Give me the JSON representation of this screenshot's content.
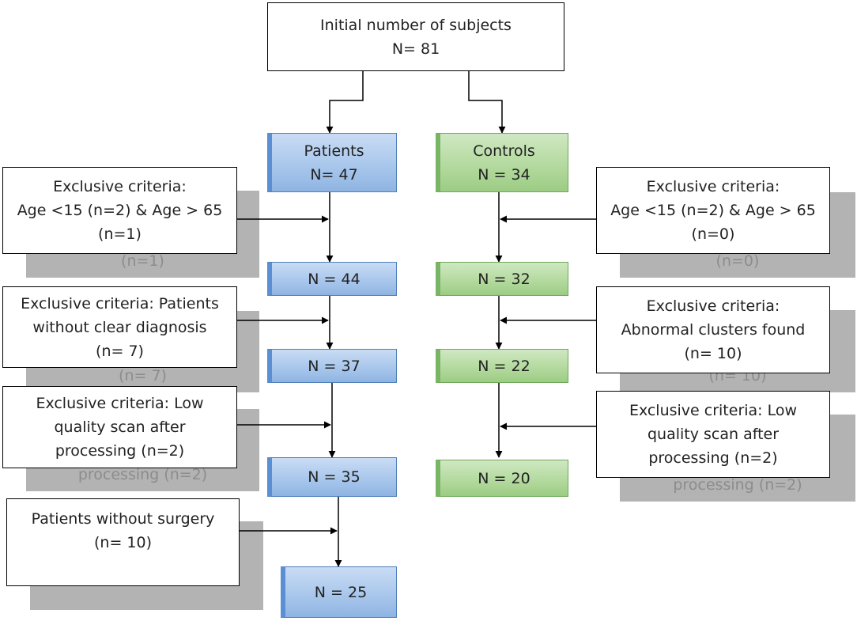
{
  "top": {
    "line1": "Initial number of subjects",
    "line2": "N= 81"
  },
  "patients": {
    "header": {
      "line1": "Patients",
      "line2": "N= 47"
    },
    "steps": [
      "N = 44",
      "N = 37",
      "N = 35",
      "N = 25"
    ],
    "exclusions": [
      [
        "Exclusive criteria:",
        "Age <15 (n=2) & Age > 65",
        "(n=1)"
      ],
      [
        "Exclusive criteria: Patients",
        "without clear diagnosis",
        "(n= 7)"
      ],
      [
        "Exclusive criteria: Low",
        "quality scan after",
        "processing (n=2)"
      ],
      [
        "Patients without surgery",
        "(n= 10)"
      ]
    ]
  },
  "controls": {
    "header": {
      "line1": "Controls",
      "line2": "N = 34"
    },
    "steps": [
      "N = 32",
      "N = 22",
      "N = 20"
    ],
    "exclusions": [
      [
        "Exclusive criteria:",
        "Age <15 (n=2) & Age > 65",
        "(n=0)"
      ],
      [
        "Exclusive criteria:",
        "Abnormal clusters found",
        "(n= 10)"
      ],
      [
        "Exclusive criteria: Low",
        "quality scan after",
        "processing (n=2)"
      ]
    ]
  },
  "colors": {
    "patients_fill": "#a9c7ec",
    "controls_fill": "#b4da9f",
    "shadow": "#b3b3b3",
    "stroke": "#000000"
  }
}
